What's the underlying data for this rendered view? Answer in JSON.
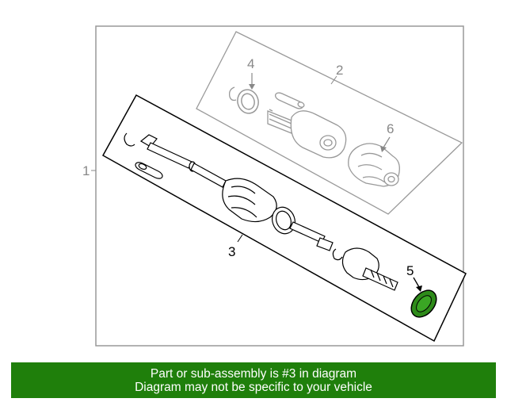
{
  "callouts": {
    "c1": "1",
    "c2": "2",
    "c3": "3",
    "c4": "4",
    "c5": "5",
    "c6": "6"
  },
  "colors": {
    "outer_frame": "#999999",
    "box_line": "#9a9a9a",
    "main_box_line": "#000000",
    "highlight_part": "#2e8b1a",
    "banner_bg": "#1f7f0b",
    "banner_text": "#ffffff"
  },
  "banner": {
    "line1": "Part or sub-assembly is #3 in diagram",
    "line2": "Diagram may not be specific to your vehicle"
  }
}
